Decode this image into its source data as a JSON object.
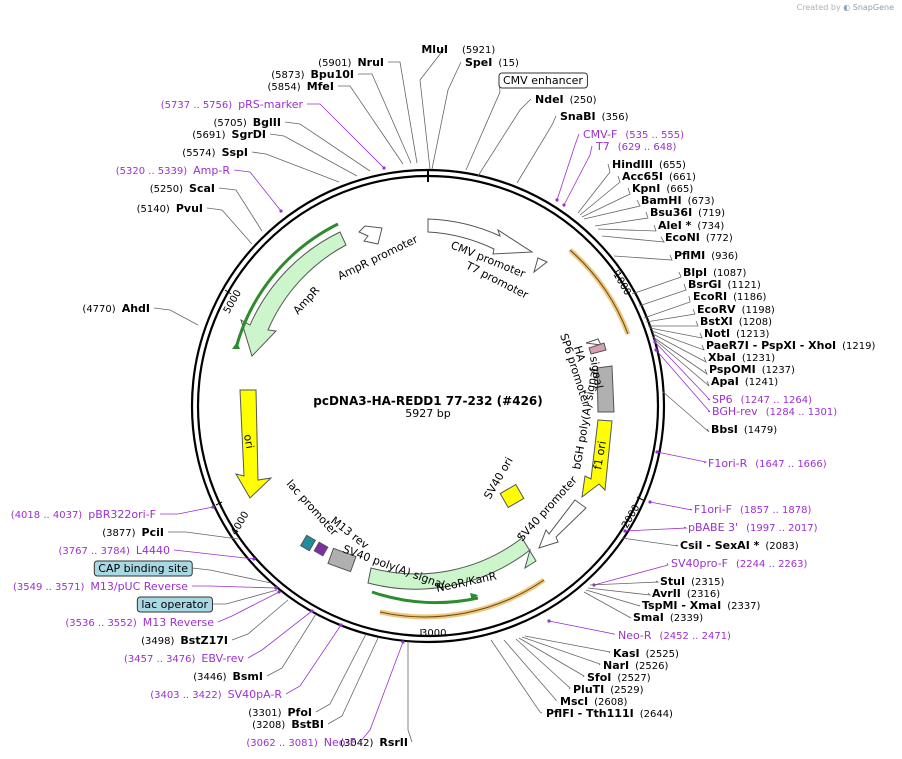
{
  "credit": {
    "prefix": "Created by",
    "brand": "SnapGene"
  },
  "plasmid": {
    "name": "pcDNA3-HA-REDD1 77-232 (#426)",
    "size_label": "5927 bp",
    "length": 5927
  },
  "ticks": [
    "1000",
    "2000",
    "3000",
    "4000",
    "5000"
  ],
  "sites": [
    {
      "name": "MluI",
      "pos": "(5921)",
      "kind": "enzyme"
    },
    {
      "name": "SpeI",
      "pos": "(15)",
      "kind": "enzyme"
    },
    {
      "name": "CMV enhancer",
      "pos": "",
      "kind": "boxed"
    },
    {
      "name": "NdeI",
      "pos": "(250)",
      "kind": "enzyme"
    },
    {
      "name": "SnaBI",
      "pos": "(356)",
      "kind": "enzyme"
    },
    {
      "name": "CMV-F",
      "pos": "(535 .. 555)",
      "kind": "primer"
    },
    {
      "name": "T7",
      "pos": "(629 .. 648)",
      "kind": "primer"
    },
    {
      "name": "HindIII",
      "pos": "(655)",
      "kind": "enzyme"
    },
    {
      "name": "Acc65I",
      "pos": "(661)",
      "kind": "enzyme"
    },
    {
      "name": "KpnI",
      "pos": "(665)",
      "kind": "enzyme"
    },
    {
      "name": "BamHI",
      "pos": "(673)",
      "kind": "enzyme"
    },
    {
      "name": "Bsu36I",
      "pos": "(719)",
      "kind": "enzyme"
    },
    {
      "name": "AleI *",
      "pos": "(734)",
      "kind": "enzyme"
    },
    {
      "name": "EcoNI",
      "pos": "(772)",
      "kind": "enzyme"
    },
    {
      "name": "PflMI",
      "pos": "(936)",
      "kind": "enzyme"
    },
    {
      "name": "BlpI",
      "pos": "(1087)",
      "kind": "enzyme"
    },
    {
      "name": "BsrGI",
      "pos": "(1121)",
      "kind": "enzyme"
    },
    {
      "name": "EcoRI",
      "pos": "(1186)",
      "kind": "enzyme"
    },
    {
      "name": "EcoRV",
      "pos": "(1198)",
      "kind": "enzyme"
    },
    {
      "name": "BstXI",
      "pos": "(1208)",
      "kind": "enzyme"
    },
    {
      "name": "NotI",
      "pos": "(1213)",
      "kind": "enzyme"
    },
    {
      "name": "PaeR7I - PspXI - XhoI",
      "pos": "(1219)",
      "kind": "enzyme"
    },
    {
      "name": "XbaI",
      "pos": "(1231)",
      "kind": "enzyme"
    },
    {
      "name": "PspOMI",
      "pos": "(1237)",
      "kind": "enzyme"
    },
    {
      "name": "ApaI",
      "pos": "(1241)",
      "kind": "enzyme"
    },
    {
      "name": "SP6",
      "pos": "(1247 .. 1264)",
      "kind": "primer"
    },
    {
      "name": "BGH-rev",
      "pos": "(1284 .. 1301)",
      "kind": "primer"
    },
    {
      "name": "BbsI",
      "pos": "(1479)",
      "kind": "enzyme"
    },
    {
      "name": "F1ori-R",
      "pos": "(1647 .. 1666)",
      "kind": "primer"
    },
    {
      "name": "F1ori-F",
      "pos": "(1857 .. 1878)",
      "kind": "primer"
    },
    {
      "name": "pBABE 3'",
      "pos": "(1997 .. 2017)",
      "kind": "primer"
    },
    {
      "name": "CsiI - SexAI *",
      "pos": "(2083)",
      "kind": "enzyme"
    },
    {
      "name": "SV40pro-F",
      "pos": "(2244 .. 2263)",
      "kind": "primer"
    },
    {
      "name": "StuI",
      "pos": "(2315)",
      "kind": "enzyme"
    },
    {
      "name": "AvrII",
      "pos": "(2316)",
      "kind": "enzyme"
    },
    {
      "name": "TspMI - XmaI",
      "pos": "(2337)",
      "kind": "enzyme"
    },
    {
      "name": "SmaI",
      "pos": "(2339)",
      "kind": "enzyme"
    },
    {
      "name": "Neo-R",
      "pos": "(2452 .. 2471)",
      "kind": "primer"
    },
    {
      "name": "KasI",
      "pos": "(2525)",
      "kind": "enzyme"
    },
    {
      "name": "NarI",
      "pos": "(2526)",
      "kind": "enzyme"
    },
    {
      "name": "SfoI",
      "pos": "(2527)",
      "kind": "enzyme"
    },
    {
      "name": "PluTI",
      "pos": "(2529)",
      "kind": "enzyme"
    },
    {
      "name": "MscI",
      "pos": "(2608)",
      "kind": "enzyme"
    },
    {
      "name": "PflFI - Tth111I",
      "pos": "(2644)",
      "kind": "enzyme"
    },
    {
      "name": "RsrII",
      "pos": "(3042)",
      "kind": "enzyme"
    },
    {
      "name": "Neo-F",
      "pos": "(3062 .. 3081)",
      "kind": "primer"
    },
    {
      "name": "BstBI",
      "pos": "(3208)",
      "kind": "enzyme"
    },
    {
      "name": "PfoI",
      "pos": "(3301)",
      "kind": "enzyme"
    },
    {
      "name": "SV40pA-R",
      "pos": "(3403 .. 3422)",
      "kind": "primer"
    },
    {
      "name": "BsmI",
      "pos": "(3446)",
      "kind": "enzyme"
    },
    {
      "name": "EBV-rev",
      "pos": "(3457 .. 3476)",
      "kind": "primer"
    },
    {
      "name": "BstZ17I",
      "pos": "(3498)",
      "kind": "enzyme"
    },
    {
      "name": "M13 Reverse",
      "pos": "(3536 .. 3552)",
      "kind": "primer"
    },
    {
      "name": "lac operator",
      "pos": "",
      "kind": "boxed"
    },
    {
      "name": "M13/pUC Reverse",
      "pos": "(3549 .. 3571)",
      "kind": "primer"
    },
    {
      "name": "CAP binding site",
      "pos": "",
      "kind": "boxed"
    },
    {
      "name": "L4440",
      "pos": "(3767 .. 3784)",
      "kind": "primer"
    },
    {
      "name": "PciI",
      "pos": "(3877)",
      "kind": "enzyme"
    },
    {
      "name": "pBR322ori-F",
      "pos": "(4018 .. 4037)",
      "kind": "primer"
    },
    {
      "name": "AhdI",
      "pos": "(4770)",
      "kind": "enzyme"
    },
    {
      "name": "PvuI",
      "pos": "(5140)",
      "kind": "enzyme"
    },
    {
      "name": "ScaI",
      "pos": "(5250)",
      "kind": "enzyme"
    },
    {
      "name": "Amp-R",
      "pos": "(5320 .. 5339)",
      "kind": "primer"
    },
    {
      "name": "SspI",
      "pos": "(5574)",
      "kind": "enzyme"
    },
    {
      "name": "SgrDI",
      "pos": "(5691)",
      "kind": "enzyme"
    },
    {
      "name": "BglII",
      "pos": "(5705)",
      "kind": "enzyme"
    },
    {
      "name": "pRS-marker",
      "pos": "(5737 .. 5756)",
      "kind": "primer"
    },
    {
      "name": "MfeI",
      "pos": "(5854)",
      "kind": "enzyme"
    },
    {
      "name": "Bpu10I",
      "pos": "(5873)",
      "kind": "enzyme"
    },
    {
      "name": "NruI",
      "pos": "(5901)",
      "kind": "enzyme"
    }
  ],
  "features": [
    {
      "name": "CMV promoter",
      "color": "#ffffff"
    },
    {
      "name": "T7 promoter",
      "color": "#ffffff"
    },
    {
      "name": "HA",
      "color": "#ffffff"
    },
    {
      "name": "SP6 promoter",
      "color": "#ffffff"
    },
    {
      "name": "signal",
      "color": "#d4a0b0"
    },
    {
      "name": "bGH poly(A) signal",
      "color": "#b0b0b0"
    },
    {
      "name": "f1 ori",
      "color": "#ffff00"
    },
    {
      "name": "SV40 ori",
      "color": "#ffff00"
    },
    {
      "name": "SV40 promoter",
      "color": "#ffffff"
    },
    {
      "name": "NeoR/KanR",
      "color": "#ccf5cc"
    },
    {
      "name": "SV40 poly(A) signal",
      "color": "#b0b0b0"
    },
    {
      "name": "M13 rev",
      "color": "#ffffff"
    },
    {
      "name": "lac promoter",
      "color": "#ffffff"
    },
    {
      "name": "ori",
      "color": "#ffff00"
    },
    {
      "name": "AmpR",
      "color": "#ccf5cc"
    },
    {
      "name": "AmpR promoter",
      "color": "#ffffff"
    }
  ],
  "colors": {
    "primer": "#9b30d0",
    "backbone": "#000000",
    "orf_green": "#2e8b2e",
    "orf_orange": "#e0a030"
  }
}
